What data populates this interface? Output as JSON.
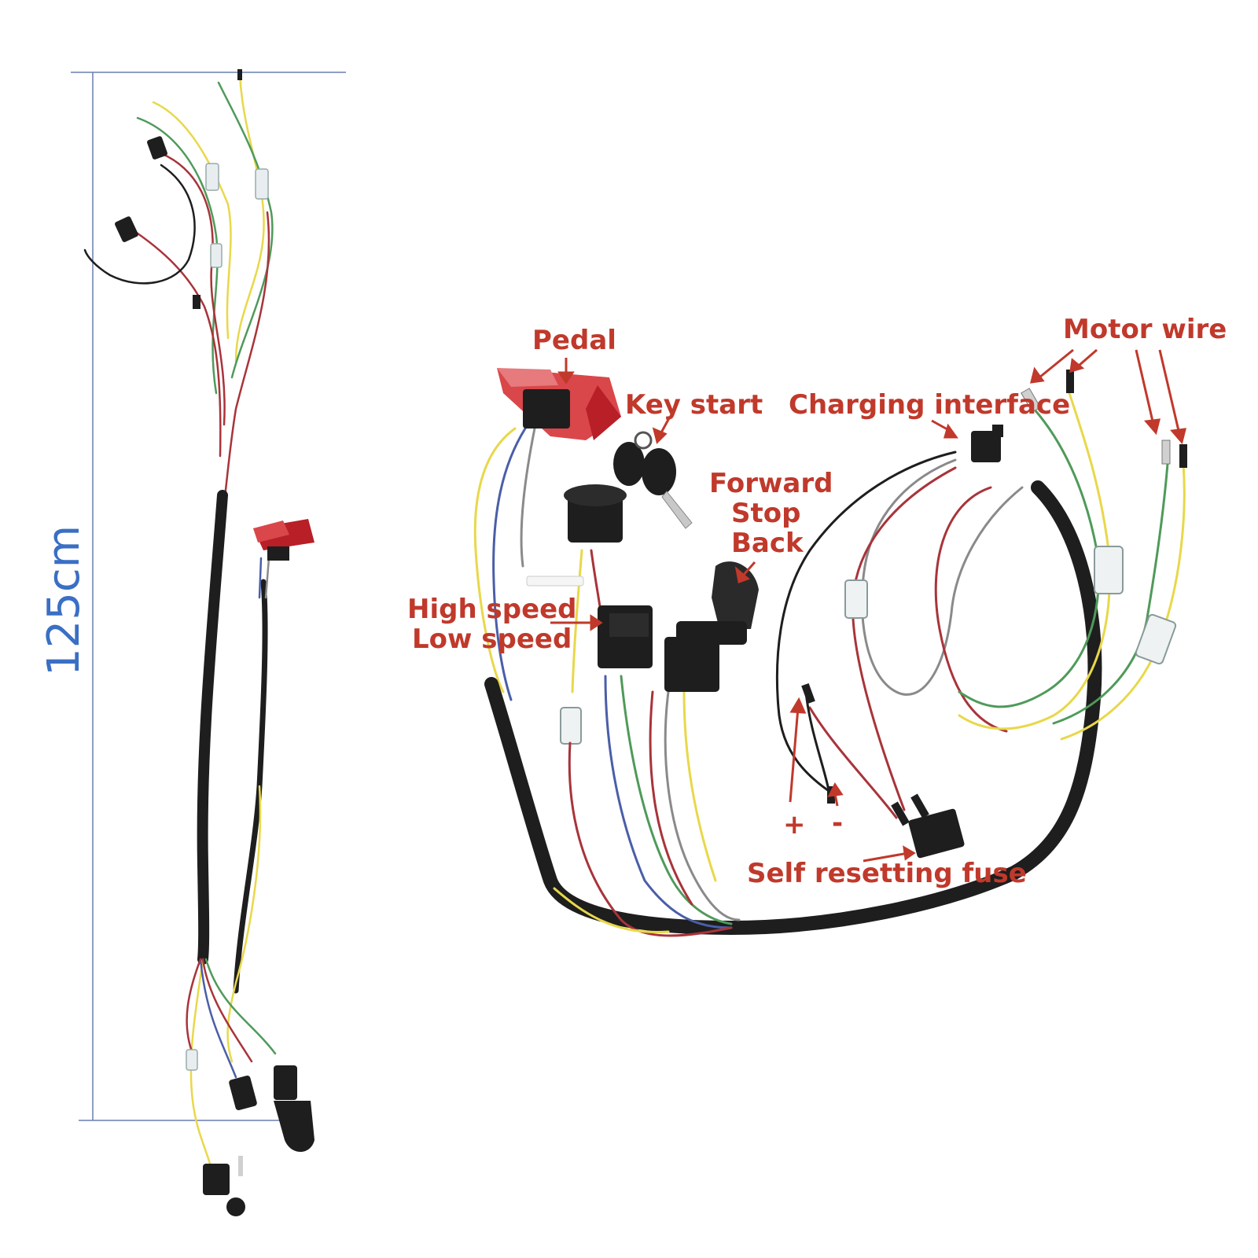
{
  "dimension": {
    "length_label": "125cm"
  },
  "labels": {
    "pedal": "Pedal",
    "key_start": "Key start",
    "charging_interface": "Charging interface",
    "motor_wire": "Motor wire",
    "forward": "Forward",
    "stop": "Stop",
    "back": "Back",
    "high_speed": "High speed",
    "low_speed": "Low speed",
    "plus": "+",
    "minus": "-",
    "self_resetting_fuse": "Self resetting fuse"
  },
  "colors": {
    "label": "#c0392b",
    "dimension": "#3a6fc4",
    "pedal_red": "#d9474a",
    "harness_black": "#1e1e1e",
    "wire_yellow": "#e8d84a",
    "wire_green": "#4f9a5a",
    "wire_red": "#a8343a",
    "wire_blue": "#4a5ea8",
    "wire_gray": "#8a8a8a"
  },
  "icons": [
    "pedal-icon",
    "key-icon",
    "ignition-switch-icon",
    "rocker-switch-icon",
    "gear-shifter-icon",
    "charging-port-icon",
    "fuse-icon",
    "connector-icon",
    "arrow-icon"
  ]
}
